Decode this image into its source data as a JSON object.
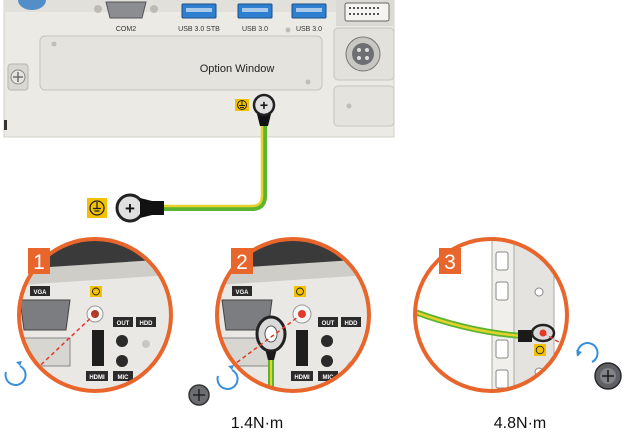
{
  "device": {
    "ports": [
      "COM2",
      "USB 3.0 STB",
      "USB 3.0",
      "USB 3.0"
    ],
    "option_window": "Option Window"
  },
  "steps": [
    {
      "number": "1",
      "labels": [
        "VGA",
        "OUT",
        "HDD",
        "HDMI",
        "MIC"
      ],
      "torque": ""
    },
    {
      "number": "2",
      "labels": [
        "VGA",
        "OUT",
        "HDD",
        "HDMI",
        "MIC"
      ],
      "torque": "1.4N·m"
    },
    {
      "number": "3",
      "labels": [],
      "torque": "4.8N·m"
    }
  ],
  "colors": {
    "accent": "#e8652b",
    "cable_green": "#5cb531",
    "cable_yellow": "#e6d22a",
    "ground_badge": "#f2c200",
    "usb_blue": "#2f7fd0",
    "panel": "#ecebe6"
  }
}
